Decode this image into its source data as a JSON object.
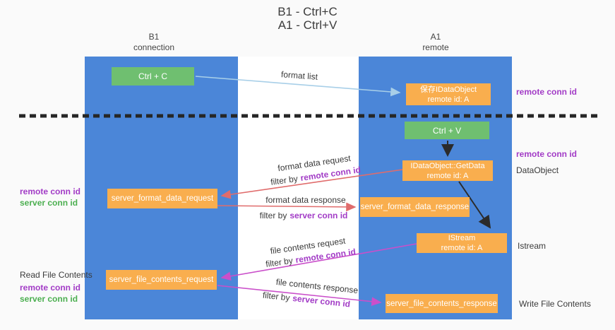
{
  "title": {
    "line1": "B1 - Ctrl+C",
    "line2": "A1 - Ctrl+V"
  },
  "columns": {
    "left": {
      "name": "B1",
      "role": "connection"
    },
    "right": {
      "name": "A1",
      "role": "remote"
    }
  },
  "boxes": {
    "ctrl_c": "Ctrl + C",
    "ctrl_v": "Ctrl + V",
    "save_idataobject": {
      "line1": "保存IDataObject",
      "line2": "remote id: A"
    },
    "idataobject_getdata": {
      "line1": "IDataObject::GetData",
      "line2": "remote id: A"
    },
    "istream": {
      "line1": "IStream",
      "line2": "remote id: A"
    },
    "server_format_data_request": "server_format_data_request",
    "server_format_data_response": "server_format_data_response",
    "server_file_contents_request": "server_file_contents_request",
    "server_file_contents_response": "server_file_contents_response"
  },
  "edge_labels": {
    "format_list": "format list",
    "format_data_request": "format data request",
    "format_data_response": "format data response",
    "file_contents_request": "file contents request",
    "file_contents_response": "file contents response",
    "filter_by": "filter by"
  },
  "terms": {
    "remote_conn_id": "remote conn id",
    "server_conn_id": "server conn id"
  },
  "side_labels": {
    "dataobject": "DataObject",
    "istream": "Istream",
    "read_file_contents": "Read File Contents",
    "write_file_contents": "Write File Contents"
  },
  "colors": {
    "column_blue": "#4b86d8",
    "box_green": "#6fbf70",
    "box_orange": "#f9ae4e",
    "arrow_lightblue": "#a8cfe8",
    "arrow_red": "#e06c6c",
    "arrow_magenta": "#ca4fca",
    "arrow_black": "#2b2b2b",
    "text_purple": "#a23bc6",
    "text_green": "#4caf50"
  }
}
